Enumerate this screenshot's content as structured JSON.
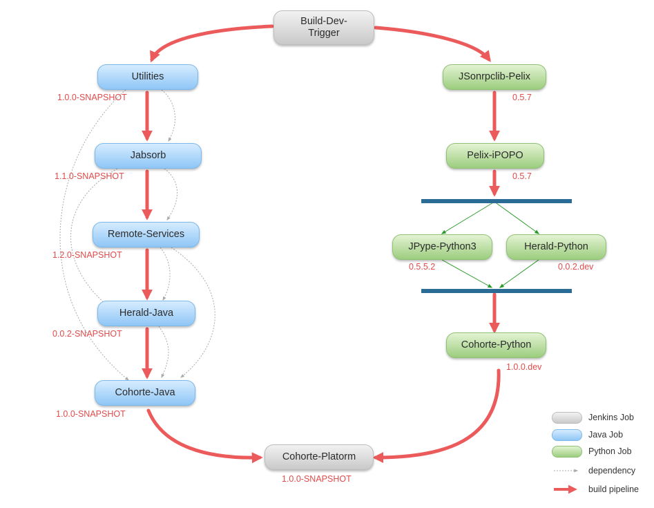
{
  "nodes": {
    "trigger": "Build-Dev-\nTrigger",
    "utilities": "Utilities",
    "jabsorb": "Jabsorb",
    "remote_services": "Remote-Services",
    "herald_java": "Herald-Java",
    "cohorte_java": "Cohorte-Java",
    "cohorte_platform": "Cohorte-Platorm",
    "jsonrpclib_pelix": "JSonrpclib-Pelix",
    "pelix_ipopo": "Pelix-iPOPO",
    "jpype_python3": "JPype-Python3",
    "herald_python": "Herald-Python",
    "cohorte_python": "Cohorte-Python"
  },
  "versions": {
    "utilities": "1.0.0-SNAPSHOT",
    "jabsorb": "1.1.0-SNAPSHOT",
    "remote_services": "1.2.0-SNAPSHOT",
    "herald_java": "0.0.2-SNAPSHOT",
    "cohorte_java": "1.0.0-SNAPSHOT",
    "cohorte_platform": "1.0.0-SNAPSHOT",
    "jsonrpclib_pelix": "0.5.7",
    "pelix_ipopo": "0.5.7",
    "jpype_python3": "0.5.5.2",
    "herald_python": "0.0.2.dev",
    "cohorte_python": "1.0.0.dev"
  },
  "legend": {
    "jenkins_job": "Jenkins Job",
    "java_job": "Java Job",
    "python_job": "Python Job",
    "dependency": "dependency",
    "build_pipeline": "build pipeline"
  },
  "colors": {
    "pipeline": "#ec5b5b",
    "dependency": "#aaaaaa",
    "fork": "#2b9b2b",
    "bar": "#2b6c96",
    "version_text": "#e04b4b"
  }
}
